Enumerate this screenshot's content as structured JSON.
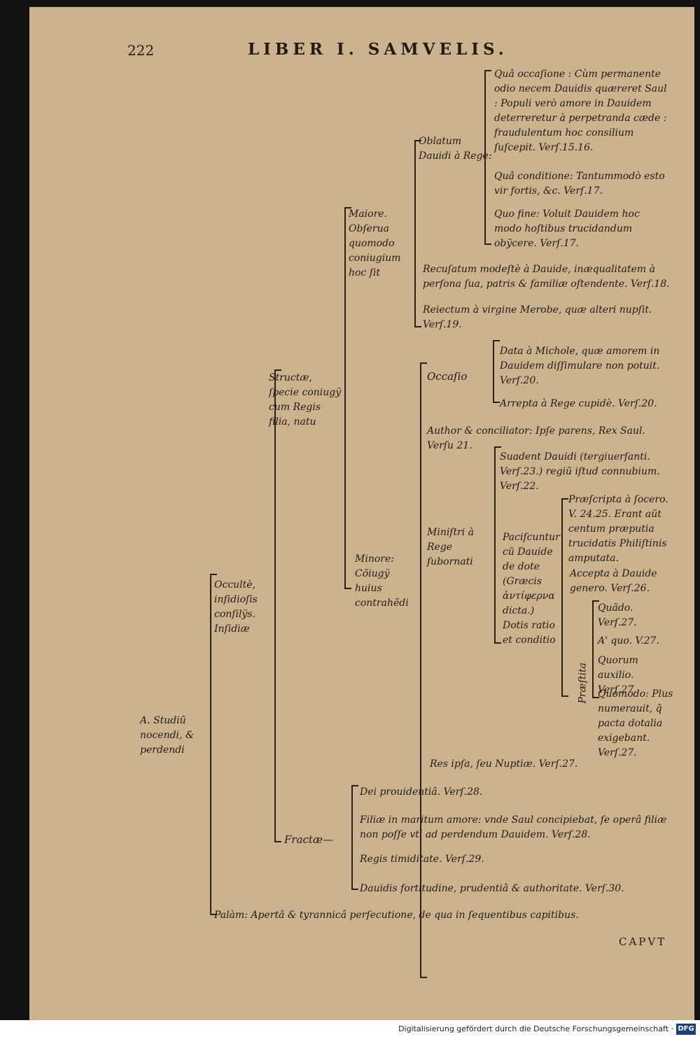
{
  "header": {
    "page_number": "222",
    "running_title": "LIBER I. SAMVELIS."
  },
  "blocks": {
    "qua_occasione": "Quâ occaſione : Cùm permanente odio necem Dauidis quæreret Saul : Populi verò amore in Dauidem deterreretur à perpetranda cæde : fraudulentum hoc consilium ſuſcepit. Verſ.15.16.",
    "qua_conditione": "Quâ conditione: Tantummodò esto vir fortis, &c. Verſ.17.",
    "quo_fine": "Quo fine: Voluit Dauidem hoc modo hoſtibus trucidandum obÿcere. Verſ.17.",
    "oblatum": "Oblatum Dauidi à Rege:",
    "maiore": "Maiore. Obſerua quomodo coniugium hoc ſit",
    "recusatum": "Recuſatum modeſtè à Dauide, inæqualitatem à perſona ſua, patris & familiæ oſtendente. Verſ.18.",
    "reiectum": "Reiectum à virgine Merobe, quæ alteri nupſit. Verſ.19.",
    "data": "Data à Michole, quæ amorem in Dauidem diſſimulare non potuit. Verſ.20.",
    "occasio": "Occaſio",
    "arrepta": "Arrepta à Rege cupidè. Verſ.20.",
    "structae": "Structæ, ſpecie coniugÿ cum Regis filia, natu",
    "author": "Author & conciliator: Ipſe parens, Rex Saul. Verſu 21.",
    "suadent": "Suadent Dauidi (tergiuerſanti. Verſ.23.) regiũ iſtud connubium. Verſ.22.",
    "praescripta": "Præſcripta à ſocero. V. 24.25. Erant aũt centum præputia trucidatis Philiſtinis amputata.",
    "ministri": "Miniſtri à Rege ſubornati",
    "paciscuntur": "Paciſcuntur cũ Dauide de dote (Græcis ἀντίφερνα dicta.) Dotis ratio et conditio",
    "minore": "Minore: Cõiugÿ huius contrahẽdi",
    "accepta": "Accepta à Dauide genero. Verſ.26.",
    "quando": "Quãdo. Verſ.27.",
    "a_quo": "A' quo. V.27.",
    "quorum": "Quorum auxilio. Verſ.27.",
    "quomodo": "Quomodo: Plus numerauit, q̃ pacta dotalia exigebant. Verſ.27.",
    "praestita": "Præſtita",
    "occulte": "Occultè, inſidioſis conſilÿs. Inſidiæ",
    "studiu": "A. Studiũ nocendi, & perdendi",
    "res_ipsa": "Res ipſa, ſeu Nuptiæ. Verſ.27.",
    "dei": "Dei prouidentiâ. Verſ.28.",
    "filiae": "Filiæ in maritum amore: vnde Saul concipiebat, ſe operâ filiæ non poſſe vti ad perdendum Dauidem. Verſ.28.",
    "fractae": "Fractæ—",
    "regis": "Regis timiditate. Verſ.29.",
    "dauidis": "Dauidis fortitudine, prudentiâ & authoritate. Verſ.30.",
    "palam": "Palàm: Apertâ & tyrannicâ perſecutione, de qua in ſequentibus capitibus."
  },
  "catchword": "CAPVT",
  "footer": {
    "text": "Digitalisierung gefördert durch die Deutsche Forschungsgemeinschaft ·",
    "logo": "DFG"
  }
}
